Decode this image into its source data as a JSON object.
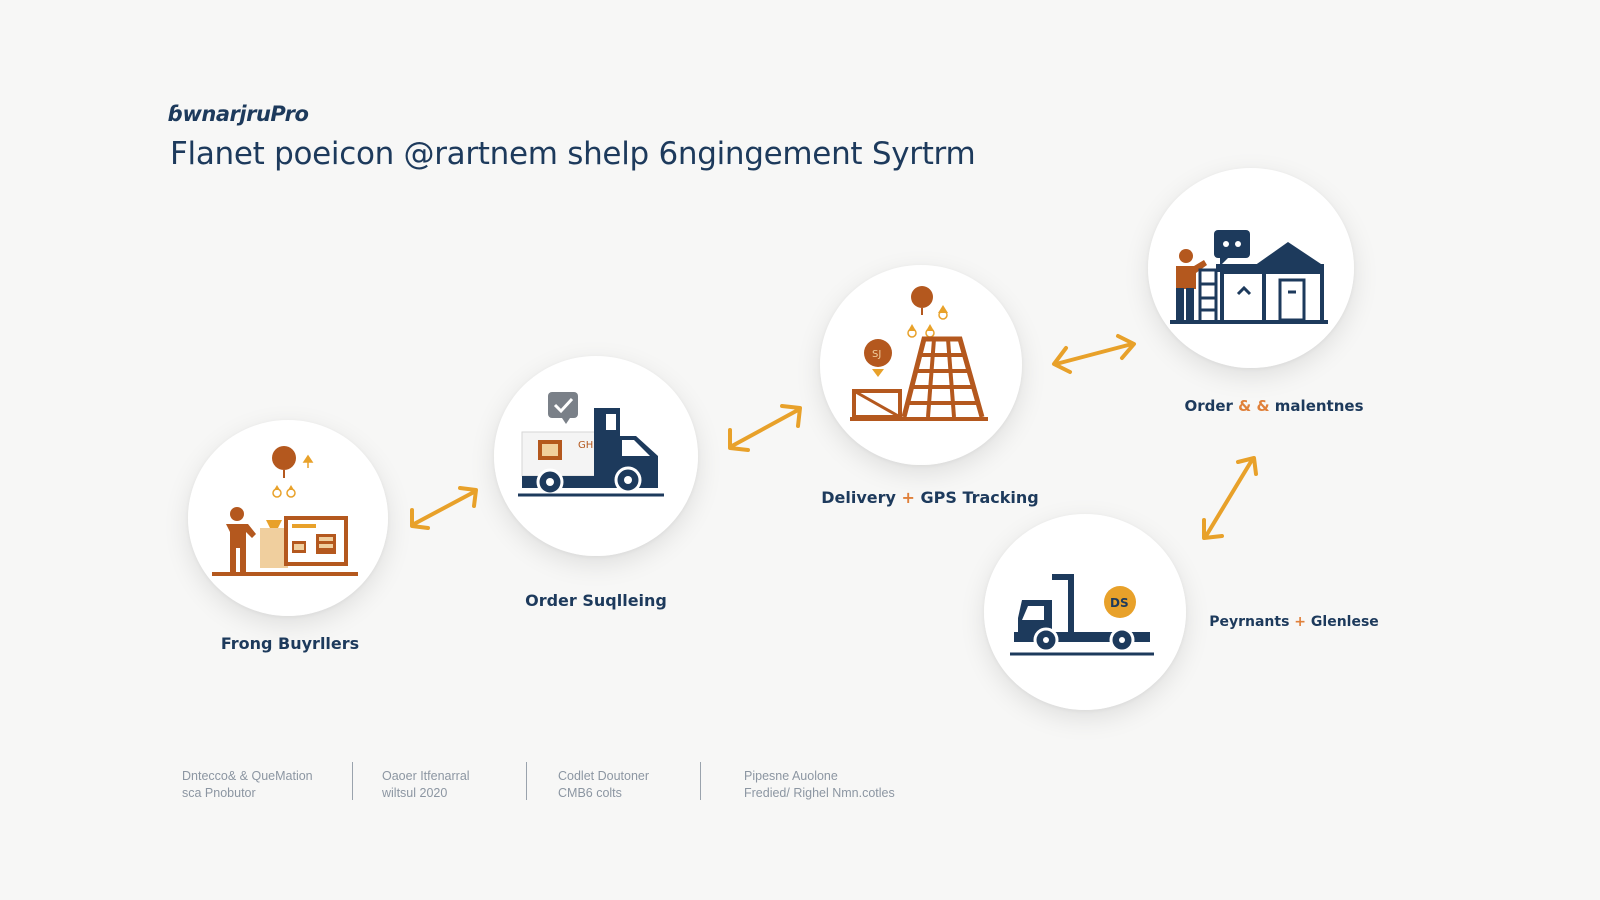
{
  "header": {
    "brand": "ɓwnarjruPro",
    "title": "Flanet poeicon @rartnem shelp 6ngingement Syrtrm"
  },
  "steps": [
    {
      "label_a": "Frong Buyrllers",
      "label_sep": "",
      "label_b": "",
      "icon": "buyer-computer-icon"
    },
    {
      "label_a": "Order Suqlleing",
      "label_sep": "",
      "label_b": "",
      "icon": "truck-order-icon",
      "cargo_text": "GHS"
    },
    {
      "label_a": "Delivery",
      "label_sep": " + ",
      "label_b": "GPS Tracking",
      "icon": "scaffold-delivery-icon",
      "balloon_text": "SJ"
    },
    {
      "label_a": "Order",
      "label_sep": " & & ",
      "label_b": "malentnes",
      "icon": "warehouse-worker-icon"
    },
    {
      "label_a": "Peyrnants",
      "label_sep": " + ",
      "label_b": "Glenlese",
      "icon": "flatbed-truck-payment-icon",
      "badge_text": "DS"
    }
  ],
  "footer": {
    "columns": [
      {
        "line1": "Dntecco& & QueMation",
        "line2": "sca Pnobutor"
      },
      {
        "line1": "Oaoer Itfenarral",
        "line2": "wiltsul 2020"
      },
      {
        "line1": "Codlet Doutoner",
        "line2": "CMB6 colts"
      },
      {
        "line1": "Pipesne Auolone",
        "line2": "Fredied/ Righel Nmn.cotles"
      }
    ]
  },
  "colors": {
    "navy": "#1d3a5c",
    "brown": "#b4581e",
    "orange": "#e8a12a",
    "accent": "#e0803a",
    "background": "#f7f7f6"
  }
}
